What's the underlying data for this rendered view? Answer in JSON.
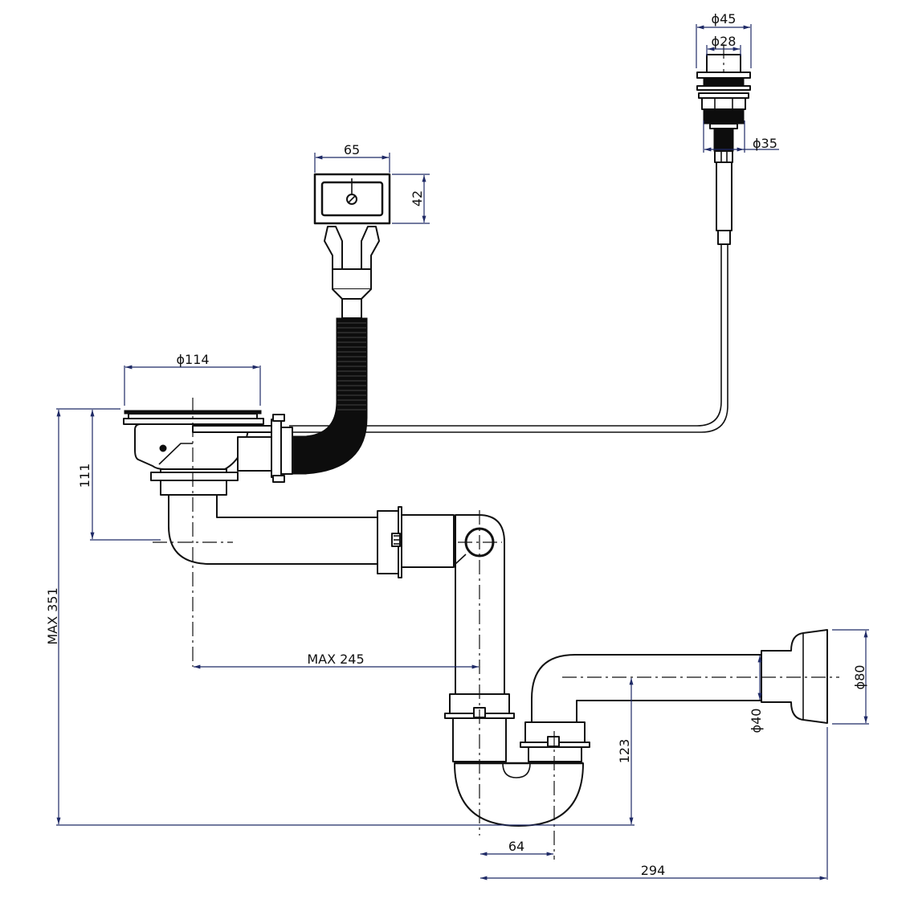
{
  "title": "Sink drain with overflow and siphon — dimensional drawing",
  "colors": {
    "outline": "#111111",
    "dimension_line": "#1f2a66",
    "background": "#ffffff"
  },
  "components": {
    "pop_up_button": "pop-up waste button",
    "overflow_cover": "rectangular overflow cover",
    "overflow_hose": "corrugated overflow hose",
    "strainer": "sink strainer basket",
    "cable": "remote control cable",
    "trap": "bottle/U trap siphon",
    "wall_rosette": "wall outlet rosette"
  },
  "dimensions": {
    "button_outer_dia": "ϕ45",
    "button_inner_dia": "ϕ28",
    "button_thread_dia": "ϕ35",
    "overflow_width": "65",
    "overflow_height": "42",
    "strainer_dia": "ϕ114",
    "strainer_depth": "111",
    "total_height": "MAX  351",
    "horizontal_reach": "MAX  245",
    "trap_offset": "64",
    "outlet_height": "123",
    "total_depth": "294",
    "outlet_pipe_dia": "ϕ40",
    "rosette_dia": "ϕ80"
  }
}
